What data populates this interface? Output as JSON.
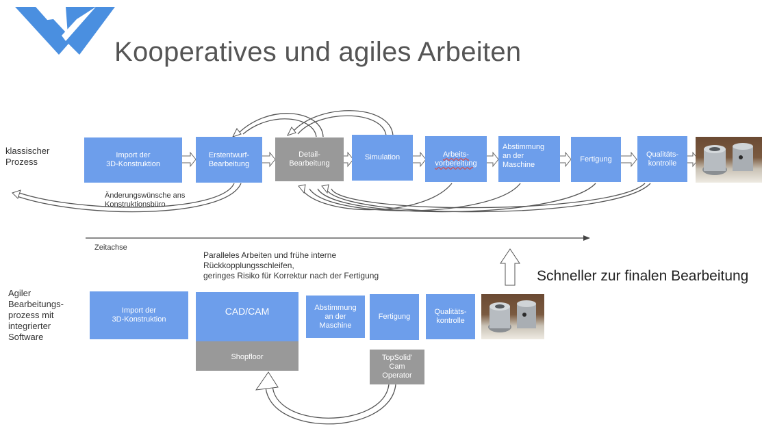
{
  "title": "Kooperatives und agiles Arbeiten",
  "classic": {
    "label": "klassischer\nProzess",
    "steps": [
      "Import der\n3D-Konstruktion",
      "Erstentwurf-\nBearbeitung",
      "Detail-\nBearbeitung",
      "Simulation",
      "Arbeits-\nvorbereitung",
      "Abstimmung\nan der\nMaschine",
      "Fertigung",
      "Qualitäts-\nkontrolle"
    ],
    "feedback_note": "Änderungswünsche ans\nKonstruktionsbüro"
  },
  "timeline_label": "Zeitachse",
  "parallel_note": "Paralleles Arbeiten und frühe interne\nRückkopplungsschleifen,\ngeringes Risiko für Korrektur nach der Fertigung",
  "faster_label": "Schneller zur finalen Bearbeitung",
  "agile": {
    "label": "Agiler\nBearbeitungs-\nprozess mit\nintegrierter\nSoftware",
    "steps": {
      "import": "Import der\n3D-Konstruktion",
      "cadcam": "CAD/CAM",
      "shopfloor": "Shopfloor",
      "abstimmung": "Abstimmung\nan der\nMaschine",
      "fertigung": "Fertigung",
      "qualitaet": "Qualitäts-\nkontrolle",
      "operator": "TopSolid'\nCam\nOperator"
    }
  },
  "colors": {
    "accent": "#6d9eeb",
    "grey": "#999999",
    "logo": "#4a8fe0"
  }
}
